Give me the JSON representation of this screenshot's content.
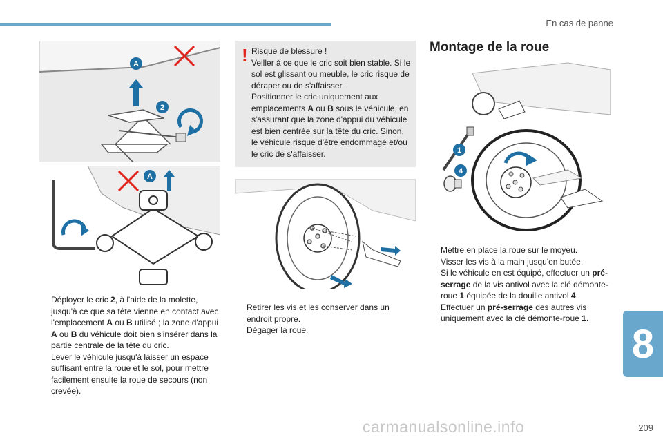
{
  "header": {
    "section": "En cas de panne",
    "chapter": "8",
    "page": "209"
  },
  "watermark": "carmanualsonline.info",
  "figures": {
    "top_left": {
      "labels": [
        "A",
        "2"
      ]
    },
    "bottom_left": {
      "labels": [
        "A"
      ]
    },
    "middle": {
      "labels": []
    },
    "right": {
      "labels": [
        "1",
        "4"
      ]
    }
  },
  "left_column": {
    "item1": {
      "t1": "Déployer le cric ",
      "b1": "2",
      "t2": ", à l'aide de la molette, jusqu'à ce que sa tête vienne en contact avec l'emplacement ",
      "b2": "A",
      "t3": " ou ",
      "b3": "B",
      "t4": " utilisé ; la zone d'appui ",
      "b4": "A",
      "t5": " ou ",
      "b5": "B",
      "t6": " du véhicule doit bien s'insérer dans la partie centrale de la tête du cric."
    },
    "item2": "Lever le véhicule jusqu'à laisser un espace suffisant entre la roue et le sol, pour mettre facilement ensuite la roue de secours (non crevée)."
  },
  "warning": {
    "title": "Risque de blessure !",
    "line1": "Veiller à ce que le cric soit bien stable. Si le sol est glissant ou meuble, le cric risque de déraper ou de s'affaisser.",
    "t1": "Positionner le cric uniquement aux emplacements ",
    "b1": "A",
    "t2": " ou ",
    "b2": "B",
    "t3": " sous le véhicule, en s'assurant que la zone d'appui du véhicule est bien centrée sur la tête du cric. Sinon, le véhicule risque d'être endommagé et/ou le cric de s'affaisser."
  },
  "middle_column": {
    "items": [
      "Retirer les vis et les conserver dans un endroit propre.",
      "Dégager la roue."
    ]
  },
  "right_column": {
    "heading": "Montage de la roue",
    "item1": "Mettre en place la roue sur le moyeu.",
    "item2": "Visser les vis à la main jusqu'en butée.",
    "item3": {
      "t1": "Si le véhicule en est équipé, effectuer un ",
      "b1": "pré-serrage",
      "t2": " de la vis antivol avec la clé démonte-roue ",
      "b2": "1",
      "t3": " équipée de la douille antivol ",
      "b3": "4",
      "t4": "."
    },
    "item4": {
      "t1": "Effectuer un ",
      "b1": "pré-serrage",
      "t2": " des autres vis uniquement avec la clé démonte-roue ",
      "b2": "1",
      "t3": "."
    }
  },
  "colors": {
    "accent": "#6aa7cc",
    "warning_bg": "#e9e9e9",
    "warning_mark": "#e2231a",
    "arrow": "#1e6fa3"
  },
  "bullet_mark": ""
}
